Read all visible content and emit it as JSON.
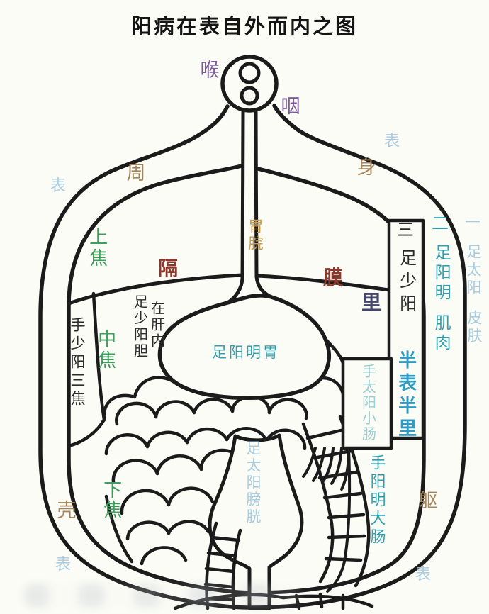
{
  "title": "阳病在表自外而内之图",
  "labels": {
    "throat": "喉",
    "pharynx": "咽",
    "exterior_tl": "表",
    "exterior_tr": "表",
    "exterior_bl": "表",
    "exterior_br": "表",
    "circumference": "周",
    "body": "身",
    "shell": "壳",
    "trunk": "躯",
    "upper_jiao": "上焦",
    "middle_jiao": "中焦",
    "lower_jiao": "下焦",
    "stomach_duct": "胃脘",
    "diaphragm": "隔",
    "membrane": "膜",
    "interior": "里",
    "layer_three": "三",
    "foot_shaoyang": "足少阳",
    "layer_two": "二",
    "foot_yangming": "足阳明",
    "muscle": "肌肉",
    "layer_one": "一",
    "foot_taiyang": "足太阳",
    "skin": "皮肤",
    "hand_shaoyang_sanjiao": "手少阳三焦",
    "foot_shaoyang_gallbladder": "足少阳胆",
    "inside_liver": "在肝内",
    "foot_yangming_stomach": "足阳明胃",
    "hand_taiyang_small_intestine": "手太阳小肠",
    "half_exterior_half_interior": "半表半里",
    "hand_yangming_large_intestine": "手阳明大肠",
    "foot_taiyang_bladder": "足太阳膀胱"
  },
  "colors": {
    "line_ink": "#1B1B1B",
    "background": "#FCFCF6",
    "purple": "#7D5B9E",
    "brown": "#A4845A",
    "pale_blue": "#A8CBDF",
    "green": "#3D9F5C",
    "dark_red": "#8A392C",
    "orange": "#C89A45",
    "navy": "#45446B",
    "teal": "#2FA0B0",
    "pale_teal": "#9BCFD2",
    "teal_blue": "#2F9AC4"
  }
}
